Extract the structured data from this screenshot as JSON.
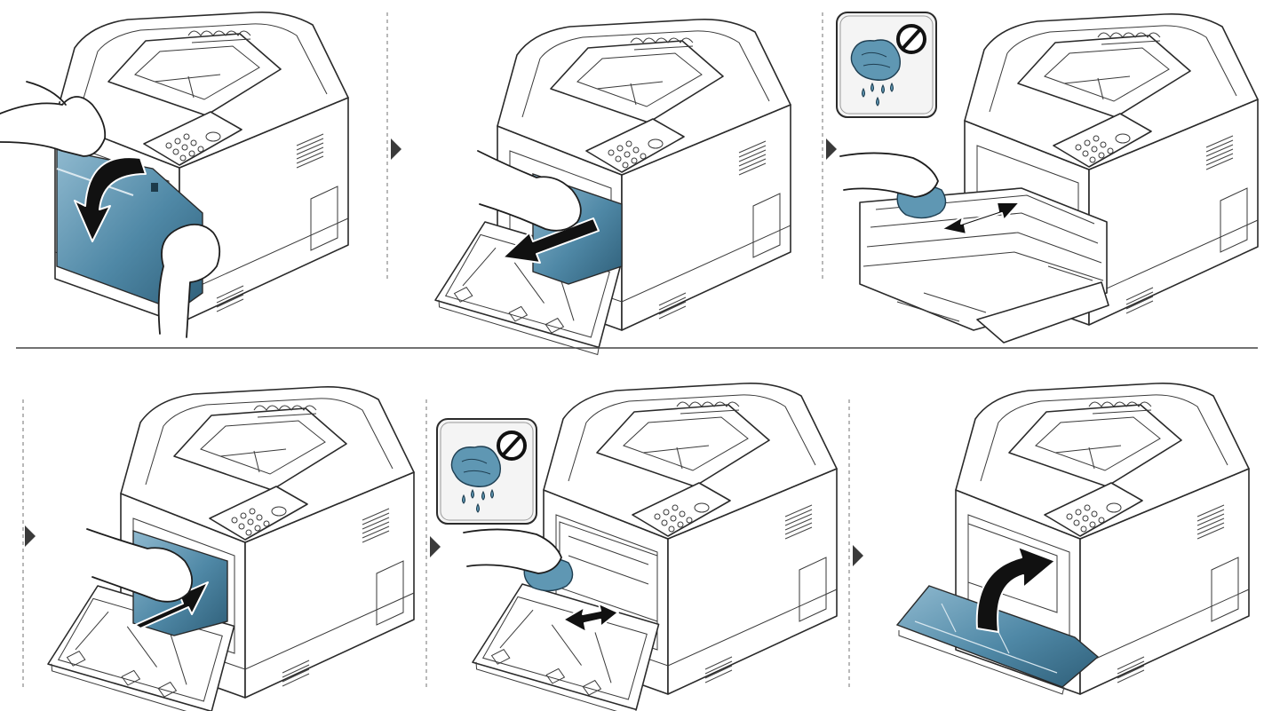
{
  "illustration": {
    "kind": "printer-cleaning-steps",
    "accent_color": "#4f88a6",
    "cloth_color": "#5f97b3",
    "rows": 2,
    "steps": [
      {
        "index": 1,
        "action": "open-front-cover",
        "arrow": "curved-down",
        "hint_panel": false
      },
      {
        "index": 2,
        "action": "pull-out-unit",
        "arrow": "straight-out",
        "hint_panel": false
      },
      {
        "index": 3,
        "action": "wipe-with-dry-cloth",
        "arrow": "double-horizontal",
        "hint_panel": true
      },
      {
        "index": 4,
        "action": "push-unit-back-in",
        "arrow": "straight-in",
        "hint_panel": false
      },
      {
        "index": 5,
        "action": "wipe-inside-with-dry-cloth",
        "arrow": "double-horizontal",
        "hint_panel": true
      },
      {
        "index": 6,
        "action": "close-front-cover",
        "arrow": "curved-up",
        "hint_panel": false
      }
    ],
    "hint_icons": [
      "wet-cloth-icon",
      "prohibited-icon"
    ]
  }
}
